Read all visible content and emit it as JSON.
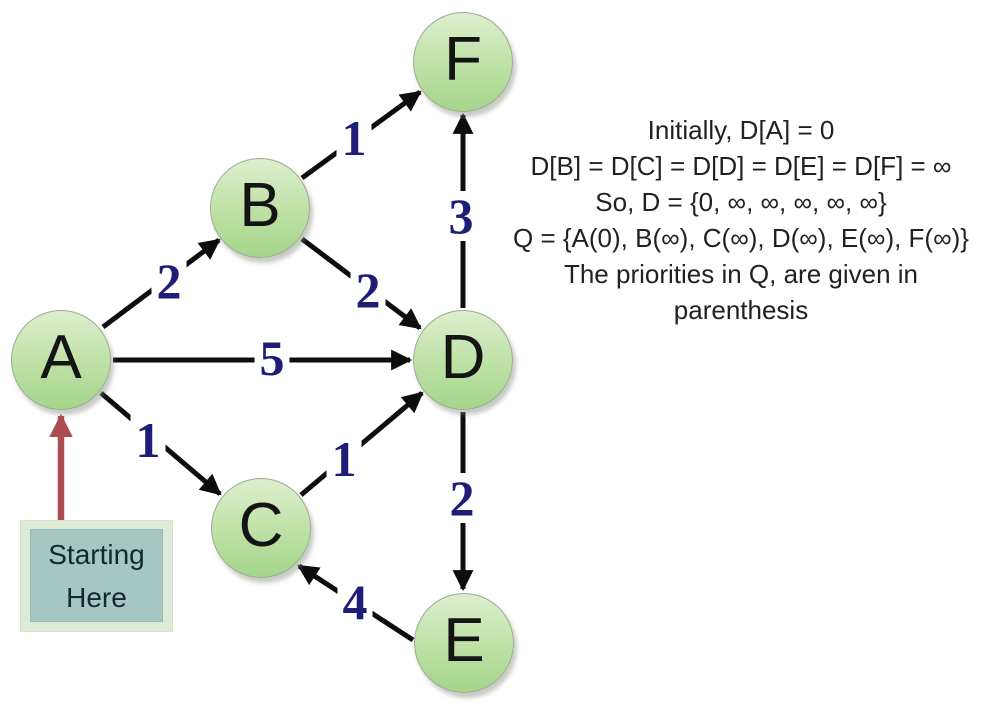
{
  "diagram": {
    "description": "Directed weighted graph for Dijkstra shortest path, starting at node A",
    "nodes": [
      {
        "id": "A",
        "label": "A"
      },
      {
        "id": "B",
        "label": "B"
      },
      {
        "id": "C",
        "label": "C"
      },
      {
        "id": "D",
        "label": "D"
      },
      {
        "id": "E",
        "label": "E"
      },
      {
        "id": "F",
        "label": "F"
      }
    ],
    "edges": [
      {
        "from": "A",
        "to": "B",
        "weight": "2"
      },
      {
        "from": "B",
        "to": "F",
        "weight": "1"
      },
      {
        "from": "B",
        "to": "D",
        "weight": "2"
      },
      {
        "from": "A",
        "to": "D",
        "weight": "5"
      },
      {
        "from": "A",
        "to": "C",
        "weight": "1"
      },
      {
        "from": "C",
        "to": "D",
        "weight": "1"
      },
      {
        "from": "D",
        "to": "F",
        "weight": "3"
      },
      {
        "from": "D",
        "to": "E",
        "weight": "2"
      },
      {
        "from": "E",
        "to": "C",
        "weight": "4"
      }
    ]
  },
  "annotation": {
    "lines": [
      "Initially, D[A] = 0",
      "D[B] = D[C] = D[D] = D[E] = D[F] =  ∞",
      "So,  D = {0, ∞, ∞, ∞, ∞, ∞}",
      "Q = {A(0), B(∞), C(∞), D(∞), E(∞), F(∞)}",
      "The priorities in Q, are given in",
      "parenthesis"
    ]
  },
  "start_box": {
    "line1": "Starting",
    "line2": "Here"
  },
  "colors": {
    "node_fill_top": "#ddefcf",
    "node_fill_bottom": "#a4d58b",
    "node_border": "#9cab93",
    "edge_stroke": "#0d0d0d",
    "weight_text": "#1e1e78",
    "start_arrow": "#ab4c52",
    "start_box_outer": "#dcead6",
    "start_box_inner": "#a6c6c1",
    "annotation_text": "#212121"
  }
}
